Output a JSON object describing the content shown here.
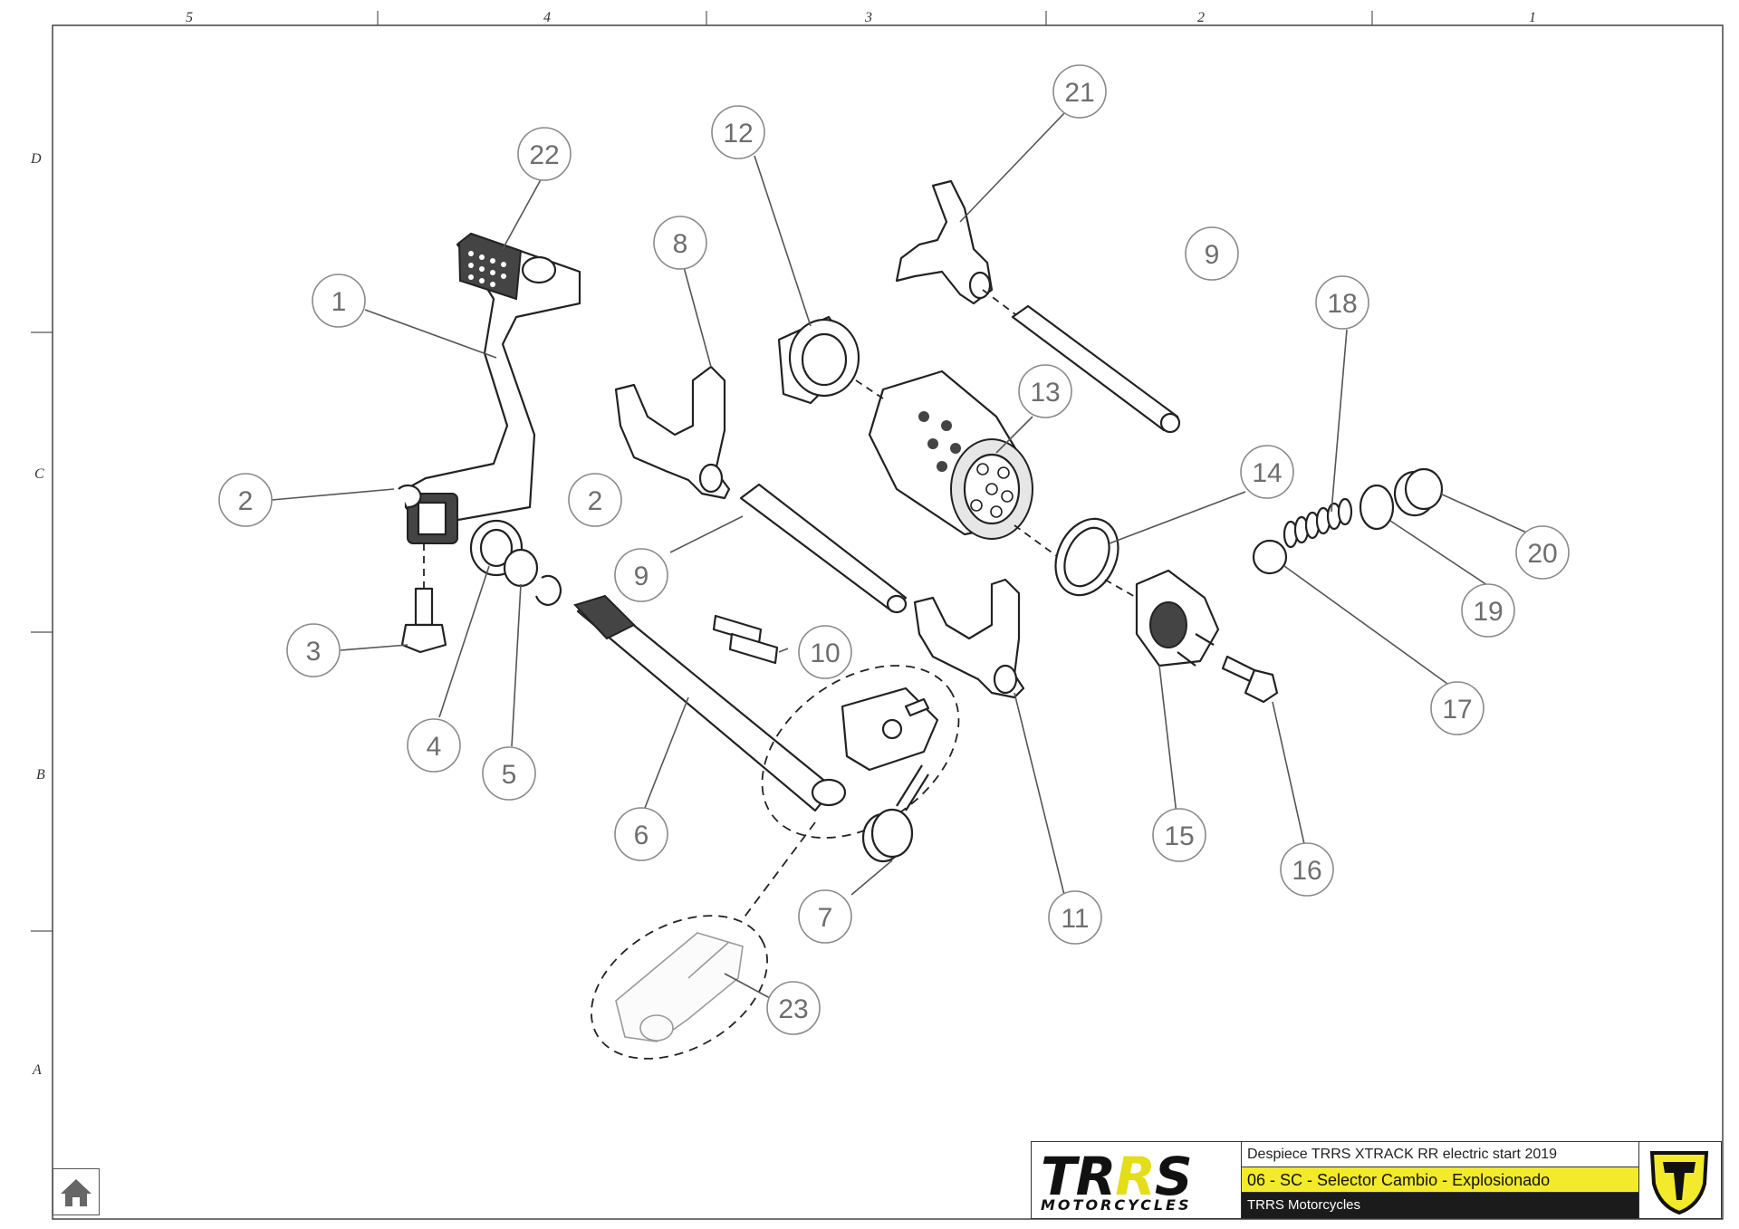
{
  "ruler": {
    "top": [
      "5",
      "4",
      "3",
      "2",
      "1"
    ],
    "side": [
      "D",
      "C",
      "B",
      "A"
    ]
  },
  "callouts": [
    "1",
    "2",
    "2",
    "3",
    "4",
    "5",
    "6",
    "7",
    "8",
    "9",
    "9",
    "10",
    "11",
    "12",
    "13",
    "14",
    "15",
    "16",
    "17",
    "18",
    "19",
    "20",
    "21",
    "22",
    "23"
  ],
  "title_block": {
    "logo_main": "TRRS",
    "logo_sub": "MOTORCYCLES",
    "title": "Despiece TRRS XTRACK RR  electric start 2019",
    "subtitle": "06 - SC - Selector Cambio - Explosionado",
    "company": "TRRS Motorcycles"
  },
  "icons": {
    "home": "home-icon",
    "badge": "trrs-shield-icon"
  },
  "colors": {
    "accent": "#f2ea2a",
    "dark_row": "#1b1b1b",
    "callout_stroke": "#8a8a8a"
  }
}
